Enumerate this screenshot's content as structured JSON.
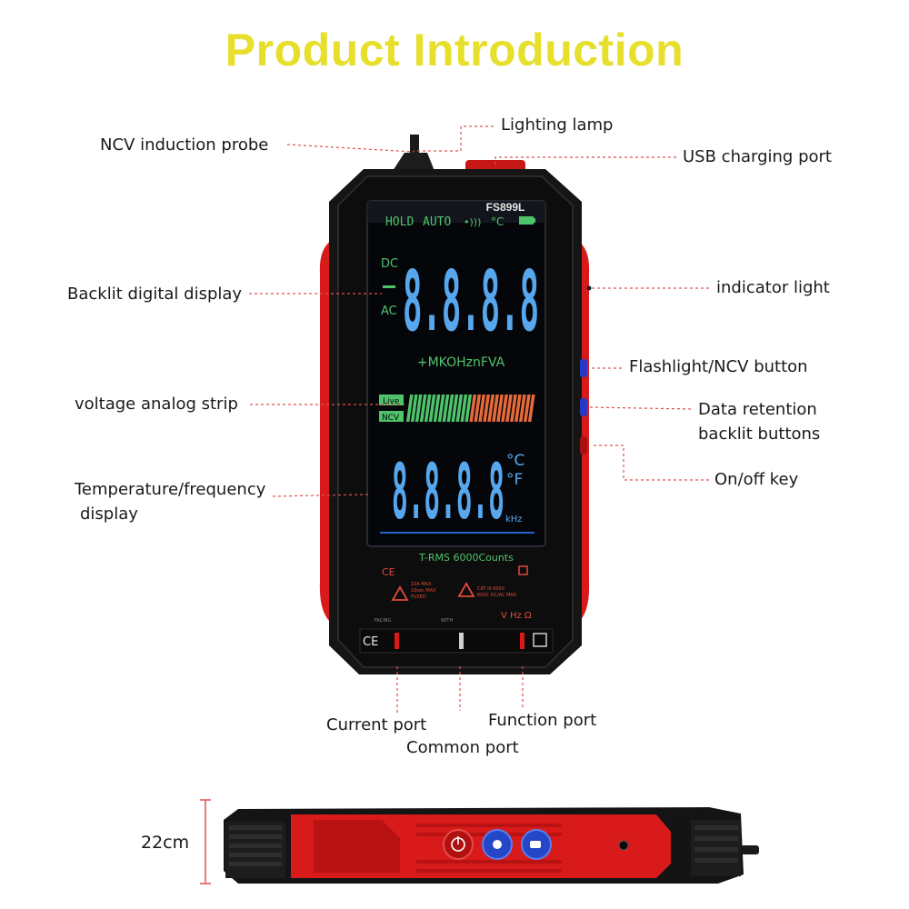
{
  "title": "Product Introduction",
  "model": "FS899L",
  "callouts": {
    "ncv_probe": "NCV induction probe",
    "lighting_lamp": "Lighting lamp",
    "usb_port": "USB charging port",
    "backlit_display": "Backlit digital display",
    "indicator_light": "indicator light",
    "flashlight_button": "Flashlight/NCV button",
    "data_retention_line1": "Data retention",
    "data_retention_line2": "backlit buttons",
    "analog_strip": "voltage analog strip",
    "onoff_key": "On/off key",
    "temp_freq_line1": "Temperature/frequency",
    "temp_freq_line2": "display",
    "current_port": "Current port",
    "function_port": "Function port",
    "common_port": "Common port",
    "thickness": "22cm"
  },
  "display": {
    "hold": "HOLD",
    "auto": "AUTO",
    "sound": "•)))",
    "celsius_top": "°C",
    "dc": "DC",
    "ac": "AC",
    "primary_digits": "8.8.8.8",
    "units": "+MKOHznFVA",
    "live": "Live",
    "ncv": "NCV",
    "secondary_digits": "8.8.8.8",
    "celsius": "°C",
    "fahrenheit": "°F",
    "khz": "kHz",
    "trms": "T-RMS 6000Counts"
  },
  "panel": {
    "ce": "CE",
    "spec_left_1": "10A MAX",
    "spec_left_2": "10sec MAX",
    "spec_left_3": "FUSED",
    "spec_right_1": "CAT III 600V",
    "spec_right_2": "600C DC/AC MAX",
    "function_symbols": "V Hz Ω",
    "facing": "FACING",
    "with": "WITH"
  },
  "colors": {
    "title": "#e6df2b",
    "device_red": "#d91a1a",
    "lcd_blue": "#56a7ee",
    "lcd_green": "#4fc36a",
    "strip_orange": "#e76a3a"
  }
}
